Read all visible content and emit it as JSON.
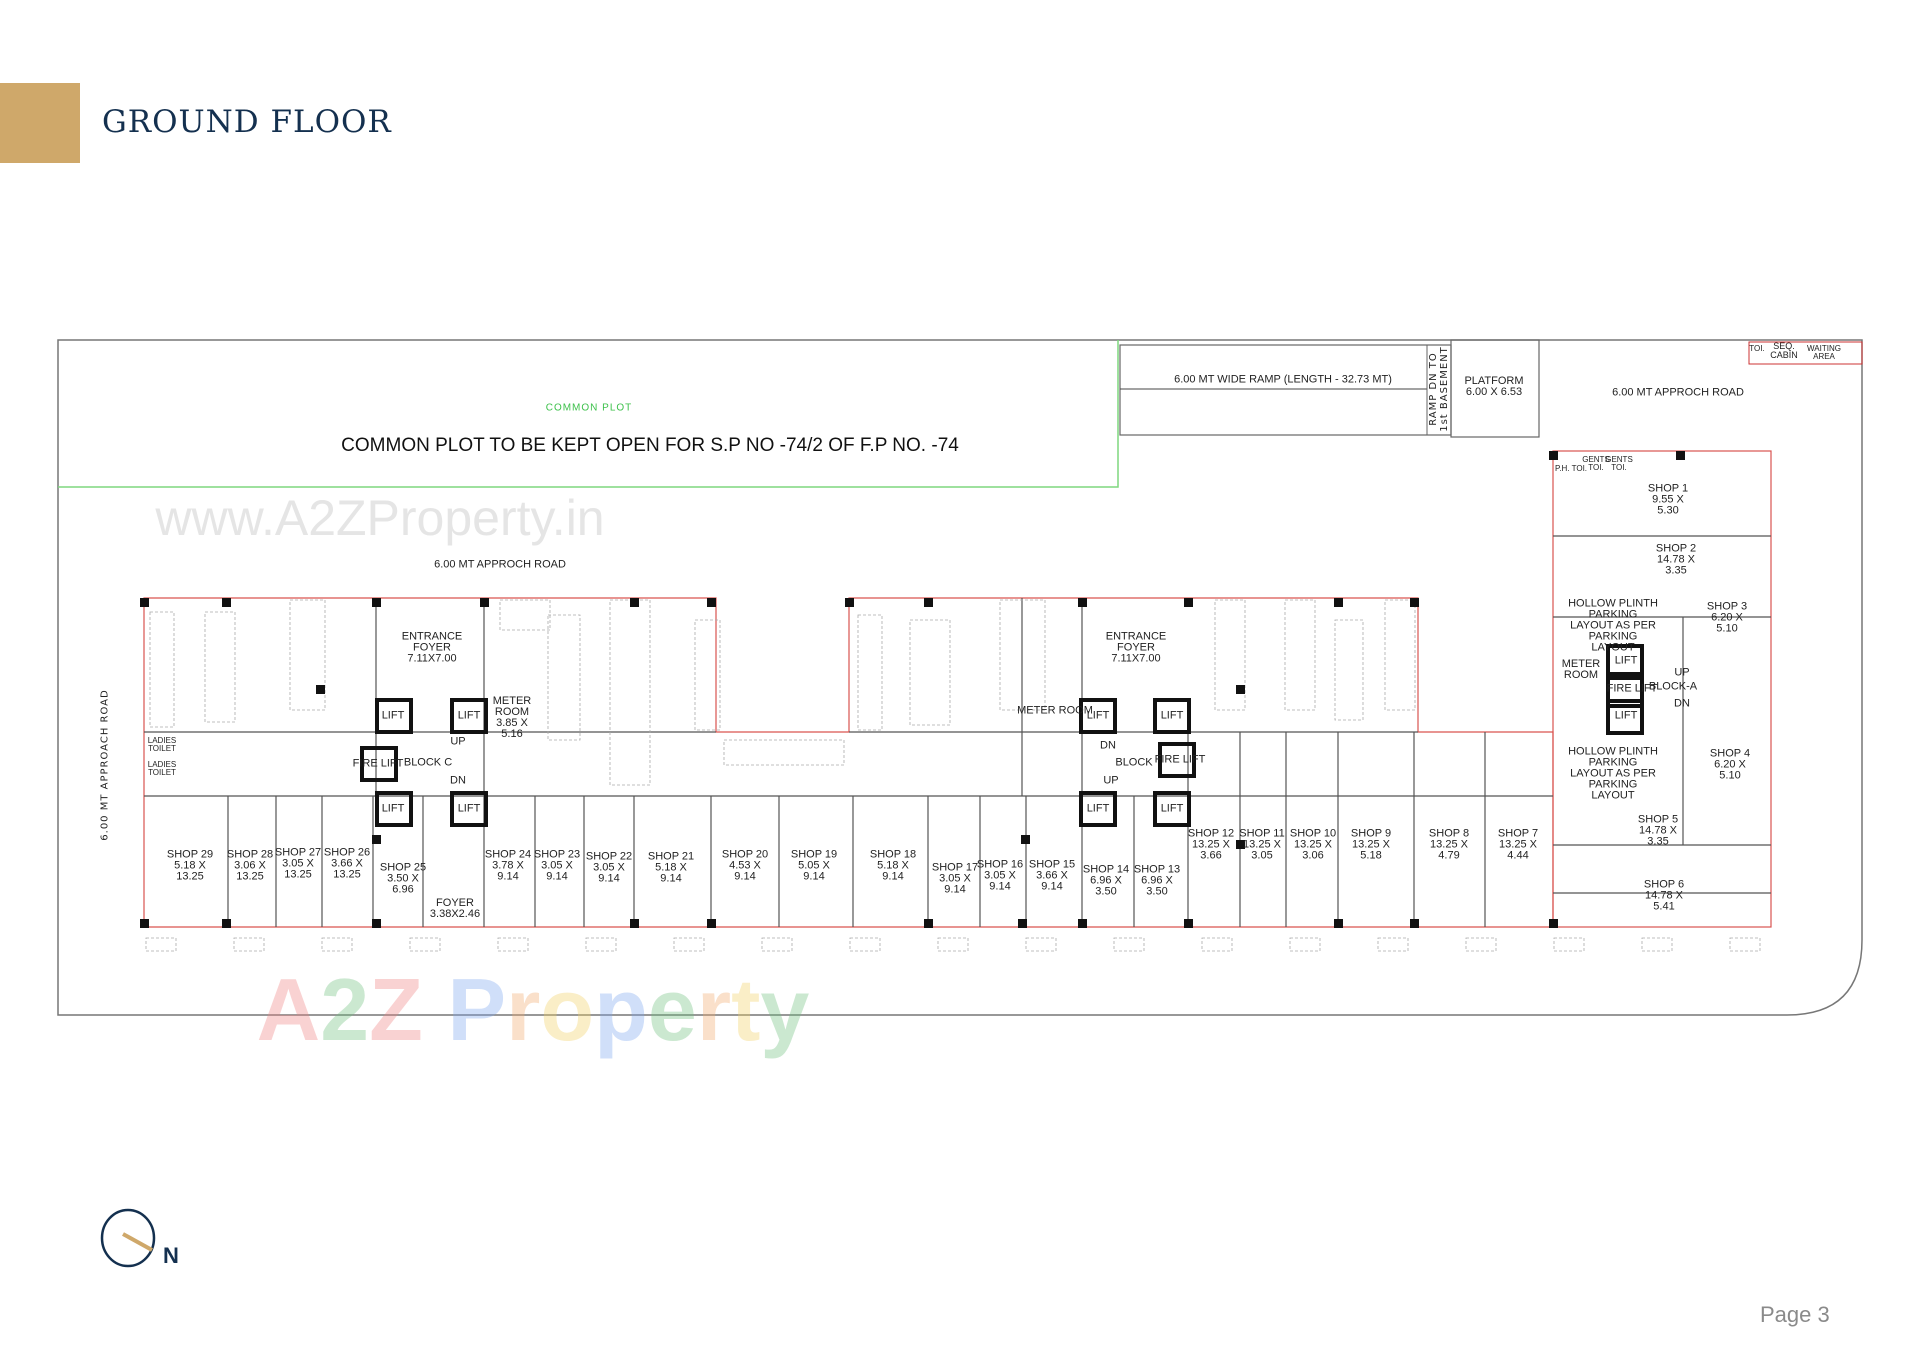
{
  "header": {
    "title": "GROUND FLOOR",
    "accent_color": "#cfa86a",
    "title_color": "#14304f"
  },
  "site": {
    "common_plot_label": "COMMON PLOT",
    "common_plot_note": "COMMON PLOT TO BE KEPT OPEN  FOR S.P NO -74/2 OF F.P NO. -74",
    "ramp": "6.00 MT WIDE RAMP (LENGTH - 32.73 MT)",
    "ramp_down": "RAMP DN TO\n1st BASEMENT",
    "platform": "PLATFORM\n6.00 X 6.53",
    "road_top": "6.00 MT APPROCH ROAD",
    "road_mid": "6.00 MT APPROCH ROAD",
    "road_west": "6.00 MT APPROACH ROAD",
    "toi": "TOI.",
    "seq_cabin": "SEQ.\nCABIN",
    "waiting_area": "WAITING\nAREA"
  },
  "rooms": [
    {
      "text": "SHOP 29\n5.18 X\n13.25"
    },
    {
      "text": "SHOP 28\n3.06 X\n13.25"
    },
    {
      "text": "SHOP 27\n3.05 X\n13.25"
    },
    {
      "text": "SHOP 26\n3.66 X\n13.25"
    },
    {
      "text": "SHOP 25\n3.50 X\n6.96"
    },
    {
      "text": "FOYER\n3.38X2.46"
    },
    {
      "text": "SHOP 24\n3.78 X\n9.14"
    },
    {
      "text": "SHOP 23\n3.05 X\n9.14"
    },
    {
      "text": "SHOP 22\n3.05 X\n9.14"
    },
    {
      "text": "SHOP 21\n5.18 X\n9.14"
    },
    {
      "text": "SHOP 20\n4.53 X\n9.14"
    },
    {
      "text": "SHOP 19\n5.05 X\n9.14"
    },
    {
      "text": "SHOP 18\n5.18 X\n9.14"
    },
    {
      "text": "SHOP 17\n3.05 X\n9.14"
    },
    {
      "text": "SHOP 16\n3.05 X\n9.14"
    },
    {
      "text": "SHOP 15\n3.66 X\n9.14"
    },
    {
      "text": "SHOP 14\n6.96 X\n3.50"
    },
    {
      "text": "SHOP 13\n6.96 X\n3.50"
    },
    {
      "text": "SHOP 12\n13.25 X\n3.66"
    },
    {
      "text": "SHOP 11\n13.25 X\n3.05"
    },
    {
      "text": "SHOP 10\n13.25 X\n3.06"
    },
    {
      "text": "SHOP 9\n13.25 X\n5.18"
    },
    {
      "text": "SHOP 8\n13.25 X\n4.79"
    },
    {
      "text": "SHOP 7\n13.25 X\n4.44"
    },
    {
      "text": "ENTRANCE\nFOYER\n7.11X7.00"
    },
    {
      "text": "ENTRANCE\nFOYER\n7.11X7.00"
    },
    {
      "text": "METER\nROOM\n3.85 X\n5.16"
    },
    {
      "text": "METER ROOM"
    },
    {
      "text": "BLOCK C"
    },
    {
      "text": "BLOCK"
    },
    {
      "text": "LIFT"
    },
    {
      "text": "LIFT"
    },
    {
      "text": "LIFT"
    },
    {
      "text": "LIFT"
    },
    {
      "text": "FIRE LIFT"
    },
    {
      "text": "LIFT"
    },
    {
      "text": "LIFT"
    },
    {
      "text": "LIFT"
    },
    {
      "text": "LIFT"
    },
    {
      "text": "FIRE LIFT"
    },
    {
      "text": "UP"
    },
    {
      "text": "DN"
    },
    {
      "text": "DN"
    },
    {
      "text": "UP"
    },
    {
      "text": "LADIES\nTOILET"
    },
    {
      "text": "LADIES\nTOILET"
    },
    {
      "text": "P.H. TOI."
    },
    {
      "text": "GENTS\nTOI."
    },
    {
      "text": "GENTS\nTOI."
    },
    {
      "text": "SHOP 1\n9.55 X\n5.30"
    },
    {
      "text": "SHOP 2\n14.78 X\n3.35"
    },
    {
      "text": "HOLLOW PLINTH\nPARKING\nLAYOUT AS PER\nPARKING\nLAYOUT"
    },
    {
      "text": "SHOP 3\n6.20 X\n5.10"
    },
    {
      "text": "METER\nROOM"
    },
    {
      "text": "LIFT"
    },
    {
      "text": "FIRE LIFT"
    },
    {
      "text": "LIFT"
    },
    {
      "text": "UP"
    },
    {
      "text": "BLOCK-A"
    },
    {
      "text": "DN"
    },
    {
      "text": "HOLLOW PLINTH\nPARKING\nLAYOUT AS PER\nPARKING\nLAYOUT"
    },
    {
      "text": "SHOP 4\n6.20 X\n5.10"
    },
    {
      "text": "SHOP 5\n14.78 X\n3.35"
    },
    {
      "text": "SHOP 6\n14.78 X\n5.41"
    }
  ],
  "watermarks": {
    "url": "www.A2ZProperty.in",
    "logo": "A2Z Property"
  },
  "compass": {
    "label": "N",
    "icon": "north-compass-icon"
  },
  "footer": {
    "page": "Page 3"
  }
}
